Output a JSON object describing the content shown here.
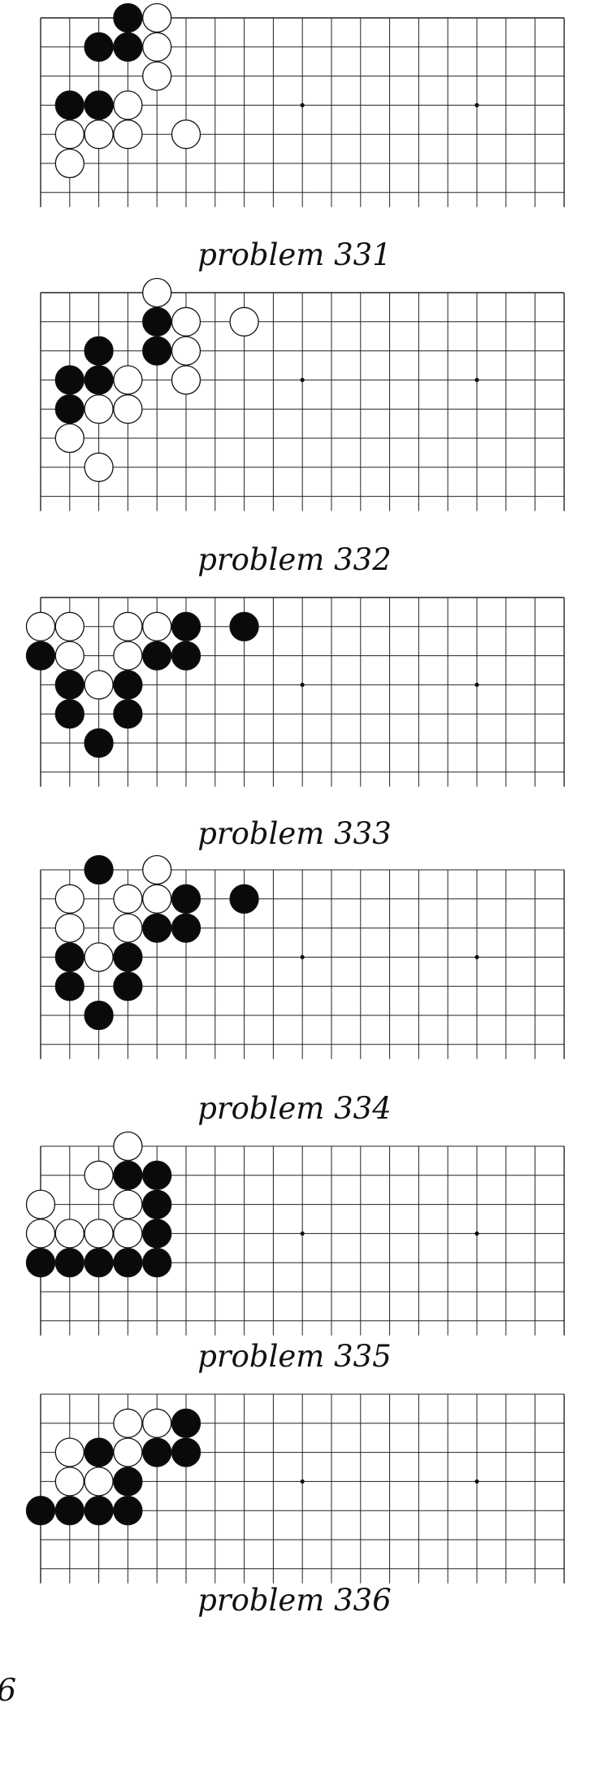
{
  "problems": [
    {
      "caption": "problem 331",
      "stones": [
        {
          "col": 3,
          "row": 0,
          "color": "black"
        },
        {
          "col": 4,
          "row": 0,
          "color": "white"
        },
        {
          "col": 2,
          "row": 1,
          "color": "black"
        },
        {
          "col": 3,
          "row": 1,
          "color": "black"
        },
        {
          "col": 4,
          "row": 1,
          "color": "white"
        },
        {
          "col": 4,
          "row": 2,
          "color": "white"
        },
        {
          "col": 1,
          "row": 3,
          "color": "black"
        },
        {
          "col": 2,
          "row": 3,
          "color": "black"
        },
        {
          "col": 3,
          "row": 3,
          "color": "white"
        },
        {
          "col": 1,
          "row": 4,
          "color": "white"
        },
        {
          "col": 2,
          "row": 4,
          "color": "white"
        },
        {
          "col": 3,
          "row": 4,
          "color": "white"
        },
        {
          "col": 5,
          "row": 4,
          "color": "white"
        },
        {
          "col": 1,
          "row": 5,
          "color": "white"
        }
      ]
    },
    {
      "caption": "problem 332",
      "stones": [
        {
          "col": 4,
          "row": 0,
          "color": "white"
        },
        {
          "col": 4,
          "row": 1,
          "color": "black"
        },
        {
          "col": 5,
          "row": 1,
          "color": "white"
        },
        {
          "col": 7,
          "row": 1,
          "color": "white"
        },
        {
          "col": 2,
          "row": 2,
          "color": "black"
        },
        {
          "col": 4,
          "row": 2,
          "color": "black"
        },
        {
          "col": 5,
          "row": 2,
          "color": "white"
        },
        {
          "col": 1,
          "row": 3,
          "color": "black"
        },
        {
          "col": 2,
          "row": 3,
          "color": "black"
        },
        {
          "col": 3,
          "row": 3,
          "color": "white"
        },
        {
          "col": 5,
          "row": 3,
          "color": "white"
        },
        {
          "col": 1,
          "row": 4,
          "color": "black"
        },
        {
          "col": 2,
          "row": 4,
          "color": "white"
        },
        {
          "col": 3,
          "row": 4,
          "color": "white"
        },
        {
          "col": 1,
          "row": 5,
          "color": "white"
        },
        {
          "col": 2,
          "row": 6,
          "color": "white"
        }
      ]
    },
    {
      "caption": "problem 333",
      "stones": [
        {
          "col": 0,
          "row": 1,
          "color": "white"
        },
        {
          "col": 1,
          "row": 1,
          "color": "white"
        },
        {
          "col": 3,
          "row": 1,
          "color": "white"
        },
        {
          "col": 4,
          "row": 1,
          "color": "white"
        },
        {
          "col": 5,
          "row": 1,
          "color": "black"
        },
        {
          "col": 7,
          "row": 1,
          "color": "black"
        },
        {
          "col": 0,
          "row": 2,
          "color": "black"
        },
        {
          "col": 1,
          "row": 2,
          "color": "white"
        },
        {
          "col": 3,
          "row": 2,
          "color": "white"
        },
        {
          "col": 4,
          "row": 2,
          "color": "black"
        },
        {
          "col": 5,
          "row": 2,
          "color": "black"
        },
        {
          "col": 1,
          "row": 3,
          "color": "black"
        },
        {
          "col": 2,
          "row": 3,
          "color": "white"
        },
        {
          "col": 3,
          "row": 3,
          "color": "black"
        },
        {
          "col": 1,
          "row": 4,
          "color": "black"
        },
        {
          "col": 3,
          "row": 4,
          "color": "black"
        },
        {
          "col": 2,
          "row": 5,
          "color": "black"
        }
      ]
    },
    {
      "caption": "problem 334",
      "stones": [
        {
          "col": 2,
          "row": 0,
          "color": "black"
        },
        {
          "col": 4,
          "row": 0,
          "color": "white"
        },
        {
          "col": 1,
          "row": 1,
          "color": "white"
        },
        {
          "col": 3,
          "row": 1,
          "color": "white"
        },
        {
          "col": 4,
          "row": 1,
          "color": "white"
        },
        {
          "col": 5,
          "row": 1,
          "color": "black"
        },
        {
          "col": 7,
          "row": 1,
          "color": "black"
        },
        {
          "col": 1,
          "row": 2,
          "color": "white"
        },
        {
          "col": 3,
          "row": 2,
          "color": "white"
        },
        {
          "col": 4,
          "row": 2,
          "color": "black"
        },
        {
          "col": 5,
          "row": 2,
          "color": "black"
        },
        {
          "col": 1,
          "row": 3,
          "color": "black"
        },
        {
          "col": 2,
          "row": 3,
          "color": "white"
        },
        {
          "col": 3,
          "row": 3,
          "color": "black"
        },
        {
          "col": 1,
          "row": 4,
          "color": "black"
        },
        {
          "col": 3,
          "row": 4,
          "color": "black"
        },
        {
          "col": 2,
          "row": 5,
          "color": "black"
        }
      ]
    },
    {
      "caption": "problem 335",
      "stones": [
        {
          "col": 3,
          "row": 0,
          "color": "white"
        },
        {
          "col": 2,
          "row": 1,
          "color": "white"
        },
        {
          "col": 3,
          "row": 1,
          "color": "black"
        },
        {
          "col": 4,
          "row": 1,
          "color": "black"
        },
        {
          "col": 0,
          "row": 2,
          "color": "white"
        },
        {
          "col": 3,
          "row": 2,
          "color": "white"
        },
        {
          "col": 4,
          "row": 2,
          "color": "black"
        },
        {
          "col": 0,
          "row": 3,
          "color": "white"
        },
        {
          "col": 1,
          "row": 3,
          "color": "white"
        },
        {
          "col": 2,
          "row": 3,
          "color": "white"
        },
        {
          "col": 3,
          "row": 3,
          "color": "white"
        },
        {
          "col": 4,
          "row": 3,
          "color": "black"
        },
        {
          "col": 0,
          "row": 4,
          "color": "black"
        },
        {
          "col": 1,
          "row": 4,
          "color": "black"
        },
        {
          "col": 2,
          "row": 4,
          "color": "black"
        },
        {
          "col": 3,
          "row": 4,
          "color": "black"
        },
        {
          "col": 4,
          "row": 4,
          "color": "black"
        }
      ]
    },
    {
      "caption": "problem 336",
      "stones": [
        {
          "col": 3,
          "row": 1,
          "color": "white"
        },
        {
          "col": 4,
          "row": 1,
          "color": "white"
        },
        {
          "col": 5,
          "row": 1,
          "color": "black"
        },
        {
          "col": 1,
          "row": 2,
          "color": "white"
        },
        {
          "col": 2,
          "row": 2,
          "color": "black"
        },
        {
          "col": 3,
          "row": 2,
          "color": "white"
        },
        {
          "col": 4,
          "row": 2,
          "color": "black"
        },
        {
          "col": 5,
          "row": 2,
          "color": "black"
        },
        {
          "col": 1,
          "row": 3,
          "color": "white"
        },
        {
          "col": 2,
          "row": 3,
          "color": "white"
        },
        {
          "col": 3,
          "row": 3,
          "color": "black"
        },
        {
          "col": 0,
          "row": 4,
          "color": "black"
        },
        {
          "col": 1,
          "row": 4,
          "color": "black"
        },
        {
          "col": 2,
          "row": 4,
          "color": "black"
        },
        {
          "col": 3,
          "row": 4,
          "color": "black"
        }
      ]
    }
  ],
  "page_number": "6"
}
